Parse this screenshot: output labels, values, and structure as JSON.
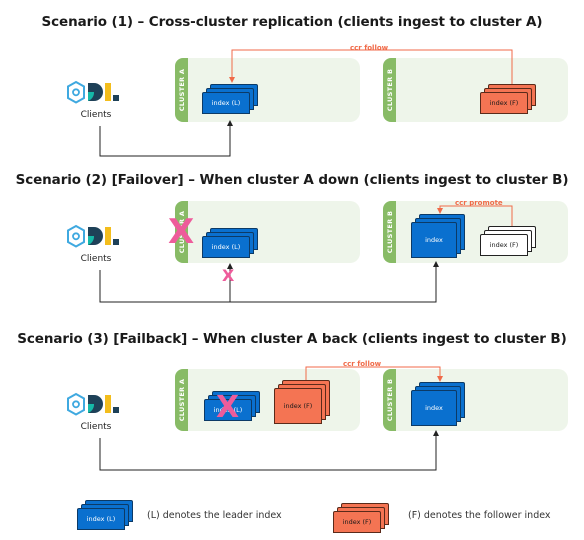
{
  "scenarios": [
    {
      "title": "Scenario (1) – Cross-cluster replication (clients ingest to cluster A)",
      "clients": "Clients",
      "cluster_a": "CLUSTER A",
      "cluster_b": "CLUSTER B",
      "idx_a": "index (L)",
      "idx_b": "index (F)",
      "arrow": "ccr follow"
    },
    {
      "title": "Scenario (2) [Failover] – When cluster A down (clients ingest to cluster B)",
      "clients": "Clients",
      "cluster_a": "CLUSTER A",
      "cluster_b": "CLUSTER B",
      "idx_a": "index (L)",
      "idx_b1": "index",
      "idx_b2": "index (F)",
      "arrow": "ccr promote"
    },
    {
      "title": "Scenario (3) [Failback] – When cluster A back (clients ingest to cluster B)",
      "clients": "Clients",
      "cluster_a": "CLUSTER A",
      "cluster_b": "CLUSTER B",
      "idx_a1": "index (L)",
      "idx_a2": "index (F)",
      "idx_b": "index",
      "arrow": "ccr follow"
    }
  ],
  "legend": {
    "leader_idx": "index (L)",
    "leader_text": "(L) denotes the leader index",
    "follower_idx": "index (F)",
    "follower_text": "(F) denotes the follower index"
  },
  "marks": {
    "x": "X"
  },
  "colors": {
    "leader": "#0a70cf",
    "follower": "#f47453",
    "cluster_bg": "#eef5ea",
    "cluster_tab": "#88bb66",
    "arrow": "#f06a48",
    "failure": "#ee5c9b"
  },
  "icons": [
    "elastic-logo-icon"
  ]
}
